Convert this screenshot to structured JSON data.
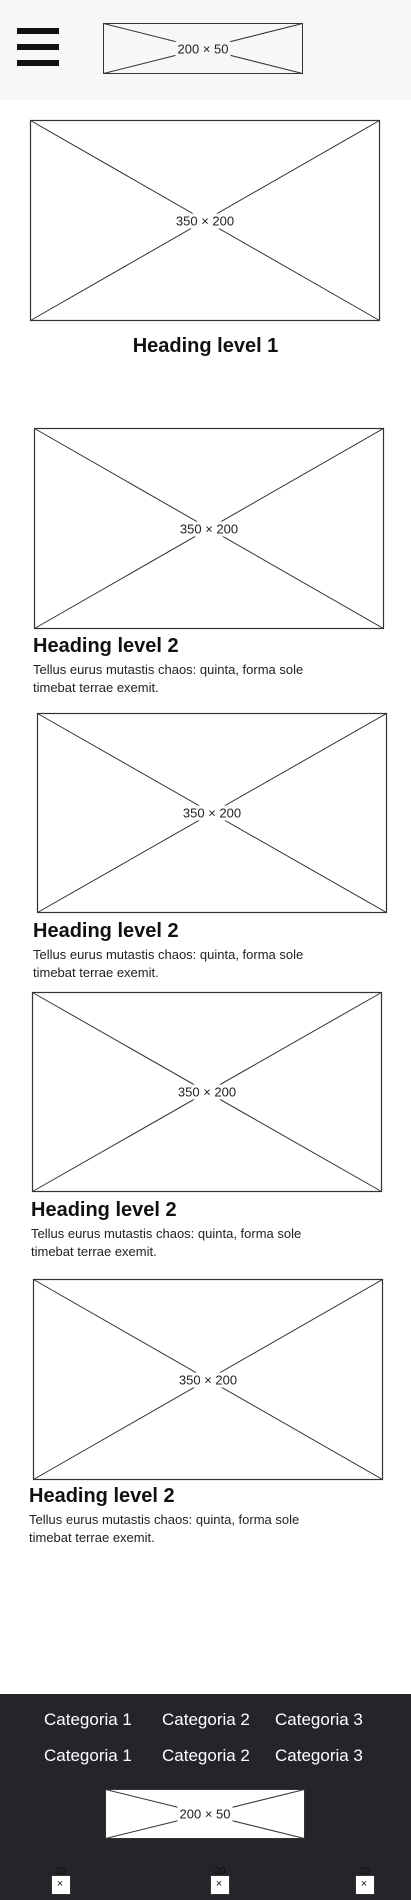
{
  "header": {
    "menu_icon": "hamburger-menu-icon",
    "logo_placeholder": "200 × 50"
  },
  "hero": {
    "image_placeholder": "350 × 200",
    "heading": "Heading level 1"
  },
  "cards": [
    {
      "image_placeholder": "350 × 200",
      "heading": "Heading level 2",
      "text": "Tellus eurus mutastis chaos: quinta, forma sole timebat terrae exemit."
    },
    {
      "image_placeholder": "350 × 200",
      "heading": "Heading level 2",
      "text": "Tellus eurus mutastis chaos: quinta, forma sole timebat terrae exemit."
    },
    {
      "image_placeholder": "350 × 200",
      "heading": "Heading level 2",
      "text": "Tellus eurus mutastis chaos: quinta, forma sole timebat terrae exemit."
    },
    {
      "image_placeholder": "350 × 200",
      "heading": "Heading level 2",
      "text": "Tellus eurus mutastis chaos: quinta, forma sole timebat terrae exemit."
    }
  ],
  "footer": {
    "category_rows": [
      [
        "Categoria 1",
        "Categoria 2",
        "Categoria 3"
      ],
      [
        "Categoria 1",
        "Categoria 2",
        "Categoria 3"
      ]
    ],
    "logo_placeholder": "200 × 50",
    "social_icons": [
      {
        "size": "20",
        "glyph": "×"
      },
      {
        "size": "20",
        "glyph": "×"
      },
      {
        "size": "20",
        "glyph": "×"
      }
    ],
    "background": "#23252a"
  }
}
